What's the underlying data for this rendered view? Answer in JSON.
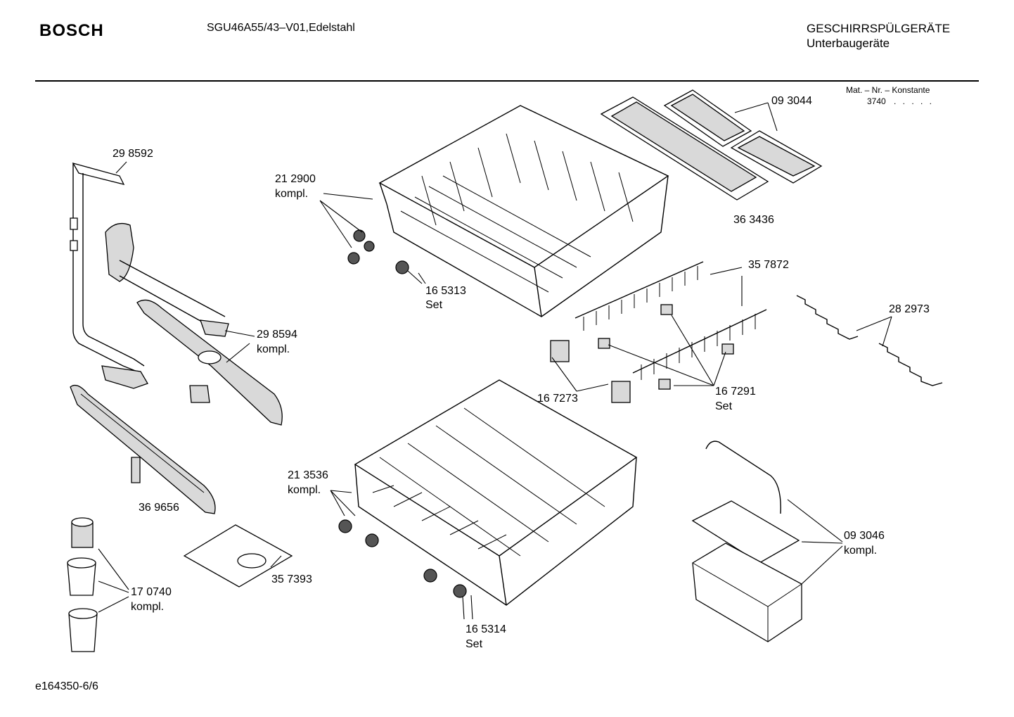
{
  "header": {
    "brand": "BOSCH",
    "model": "SGU46A55/43–V01,Edelstahl",
    "category_line1": "GESCHIRRSPÜLGERÄTE",
    "category_line2": "Unterbaugeräte"
  },
  "mat_info": {
    "label": "Mat. – Nr. – Konstante",
    "value": "3740",
    "dots": ". . . . ."
  },
  "parts": {
    "p298592": {
      "number": "29 8592"
    },
    "p212900": {
      "number": "21 2900",
      "note": "kompl."
    },
    "p165313": {
      "number": "16 5313",
      "note": "Set"
    },
    "p093044": {
      "number": "09 3044"
    },
    "p363436": {
      "number": "36 3436"
    },
    "p357872": {
      "number": "35 7872"
    },
    "p282973": {
      "number": "28 2973"
    },
    "p298594": {
      "number": "29 8594",
      "note": "kompl."
    },
    "p167273": {
      "number": "16 7273"
    },
    "p167291": {
      "number": "16 7291",
      "note": "Set"
    },
    "p369656": {
      "number": "36 9656"
    },
    "p213536": {
      "number": "21 3536",
      "note": "kompl."
    },
    "p357393": {
      "number": "35 7393"
    },
    "p093046": {
      "number": "09 3046",
      "note": "kompl."
    },
    "p170740": {
      "number": "17 0740",
      "note": "kompl."
    },
    "p165314": {
      "number": "16 5314",
      "note": "Set"
    }
  },
  "footer": {
    "doc_id": "e164350-6/6"
  }
}
